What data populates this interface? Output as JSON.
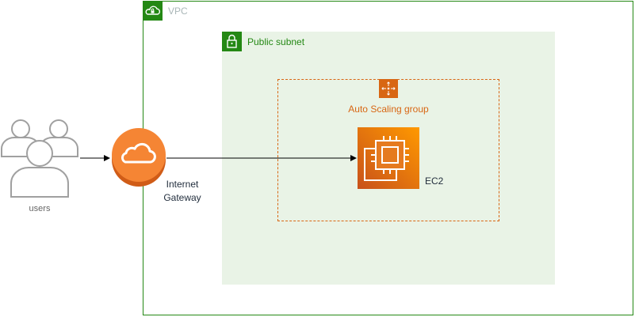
{
  "vpc": {
    "label": "VPC",
    "icon": "cloud-lock-icon"
  },
  "subnet": {
    "label": "Public subnet",
    "icon": "lock-icon"
  },
  "asg": {
    "label": "Auto Scaling group",
    "icon": "auto-scaling-icon"
  },
  "ec2": {
    "label": "EC2",
    "icon": "ec2-chip-icon"
  },
  "igw": {
    "label_line1": "Internet",
    "label_line2": "Gateway",
    "icon": "internet-gateway-icon"
  },
  "users": {
    "label": "users",
    "icon": "users-icon"
  },
  "colors": {
    "vpc_green": "#248814",
    "subnet_fill": "#e9f3e6",
    "asg_orange": "#d86613",
    "ec2_gradient": [
      "#c8511b",
      "#ff9900"
    ],
    "igw_orange": "#f58534",
    "users_gray": "#a0a0a0"
  }
}
